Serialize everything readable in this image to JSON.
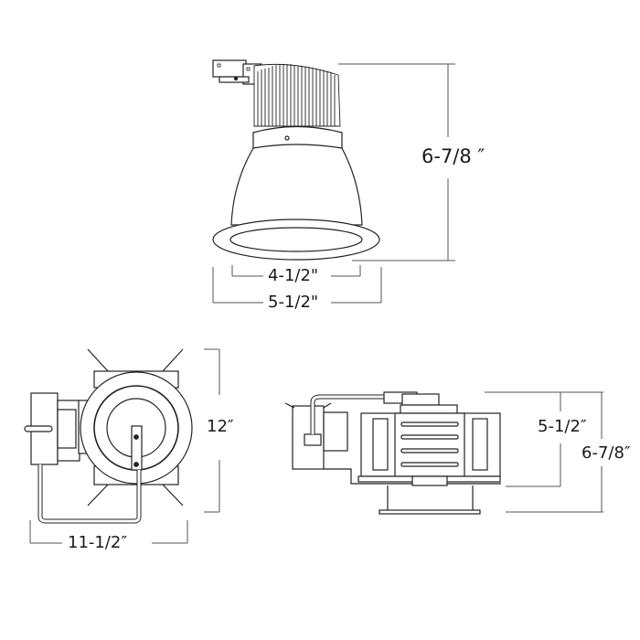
{
  "diagram": {
    "type": "technical drawing",
    "subject": "Recessed LED downlight with heat sink and remodel housing",
    "views": [
      {
        "name": "front-view",
        "dimensions": {
          "height": "6-7/8 ″",
          "aperture": "4-1/2\"",
          "trim_outer_diameter": "5-1/2\""
        }
      },
      {
        "name": "top-view",
        "dimensions": {
          "depth": "12″",
          "width": "11-1/2″"
        }
      },
      {
        "name": "side-view",
        "dimensions": {
          "housing_height": "5-1/2″",
          "overall_height": "6-7/8″"
        }
      }
    ],
    "line_color": "#222222",
    "dim_line_color": "#555555"
  }
}
